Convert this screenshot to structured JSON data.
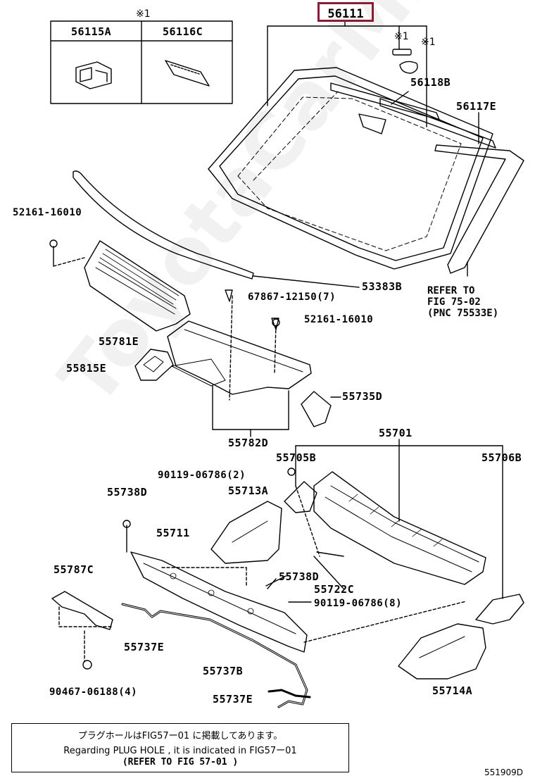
{
  "main_part": "56111",
  "inset": {
    "mark": "※1",
    "parts": [
      "56115A",
      "56116C"
    ]
  },
  "marks": {
    "m1": "※1",
    "m2": "※1"
  },
  "labels": {
    "p56118B": "56118B",
    "p56117E": "56117E",
    "p52161_a": "52161-16010",
    "p53383B": "53383B",
    "p67867": "67867-12150(7)",
    "p52161_b": "52161-16010",
    "p55781E": "55781E",
    "p55815E": "55815E",
    "p55735D": "55735D",
    "p55782D": "55782D",
    "p55701": "55701",
    "p90119_a": "90119-06786(2)",
    "p55705B": "55705B",
    "p55706B": "55706B",
    "p55738D_a": "55738D",
    "p55713A": "55713A",
    "p55711": "55711",
    "p55787C": "55787C",
    "p55738D_b": "55738D",
    "p55722C": "55722C",
    "p90119_b": "90119-06786(8)",
    "p55737E_a": "55737E",
    "p55737B": "55737B",
    "p90467": "90467-06188(4)",
    "p55737E_b": "55737E",
    "p55714A": "55714A"
  },
  "refer": "REFER TO\nFIG 75-02\n(PNC 75533E)",
  "reference_note": {
    "jp": "プラグホールはFIG57ー01 に掲載してあります。",
    "en": "Regarding  PLUG HOLE , it is indicated in FIG57ー01",
    "fig": "(REFER TO FIG  57-01 )"
  },
  "diagram_code": "551909D",
  "watermark": "ToyotaCarMine.ru"
}
